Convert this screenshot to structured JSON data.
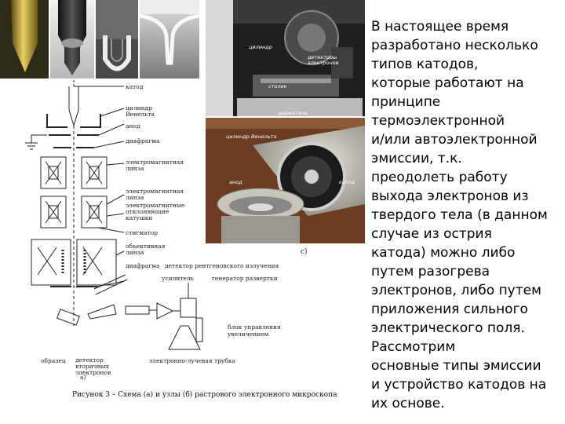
{
  "text_lines": [
    "В настоящее время",
    "разработано несколько",
    "типов катодов,",
    "которые работают на",
    "принципе",
    "термоэлектронной",
    "и/или автоэлектронной",
    "эмиссии, т.к.",
    "преодолеть работу",
    "выхода электронов из",
    "твердого тела (в данном",
    "случае из острия",
    "катода) можно либо",
    "путем разогрева",
    "электронов, либо путем",
    "приложения сильного",
    "электрического поля.",
    "Рассмотрим",
    "основные типы эмиссии",
    "и устройство катодов на",
    "их основе."
  ],
  "diagram_labels": {
    "cathode": "катод",
    "wehnelt": "цилиндр Венельта",
    "anode": "анод",
    "diaphragm1": "диафрагма",
    "lens1": "электромагнитная линза",
    "lens2": "электромагнитная линза",
    "deflect": "электромагнитные отклоняющие катушки",
    "stigmator": "стигматор",
    "objective": "объективная линза",
    "diaphragm2": "диафрагма",
    "xray_detector": "детектор рентгеновского излучения",
    "amplifier": "усилитель",
    "scan_gen": "генератор развертки",
    "sample": "образец",
    "secondary_detector": "детектор вторичных электронов",
    "crt": "электронно-лучевая трубка",
    "control_unit": "блок управления увеличением",
    "label_a": "а)",
    "label_c": "с)"
  },
  "photo_labels": {
    "tag1": "цилиндр",
    "tag2": "детекторы электронов",
    "tag3": "столик",
    "tag4": "держатель",
    "tag5": "цилиндр Венельта",
    "tag6": "анод",
    "tag7": "катод"
  },
  "caption": "Рисунок 3 – Схема (а) и узлы (б) растрового электронного микроскопа"
}
